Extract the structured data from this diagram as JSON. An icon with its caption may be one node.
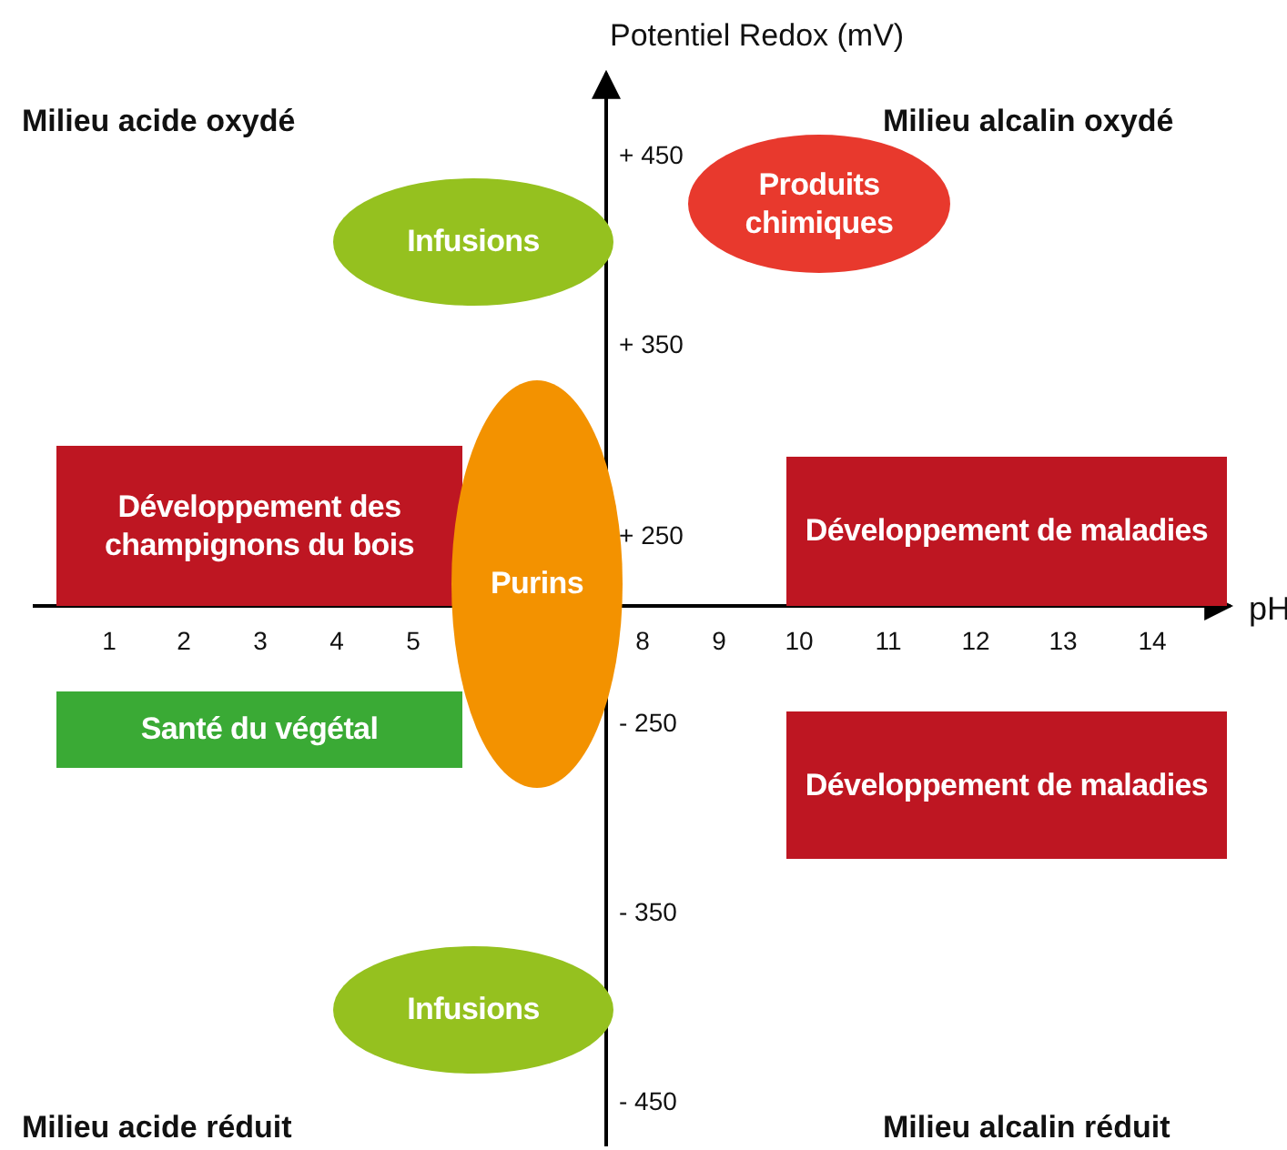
{
  "diagram": {
    "nodes": [
      {
        "text": [
          "Infusions"
        ]
      },
      {
        "text": [
          "Produits chimiques"
        ]
      },
      {
        "text": [
          "Développement des champignons du bois"
        ]
      },
      {
        "text": [
          "Purins"
        ]
      },
      {
        "text": [
          "Développement de maladies"
        ]
      },
      {
        "text": [
          "Santé du végétal"
        ]
      },
      {
        "text": [
          "Développement de maladies"
        ]
      },
      {
        "text": [
          "Infusions"
        ]
      }
    ],
    "edges": [],
    "labels": [
      "Potentiel Redox (mV)",
      "Milieu acide oxydé",
      "Milieu alcalin oxydé",
      "+ 450",
      "+ 350",
      "+ 250",
      "pH",
      "1",
      "2",
      "3",
      "4",
      "5",
      "8",
      "9",
      "10",
      "11",
      "12",
      "13",
      "14",
      "- 250",
      "- 350",
      "- 450",
      "Milieu acide réduit",
      "Milieu alcalin réduit"
    ]
  }
}
